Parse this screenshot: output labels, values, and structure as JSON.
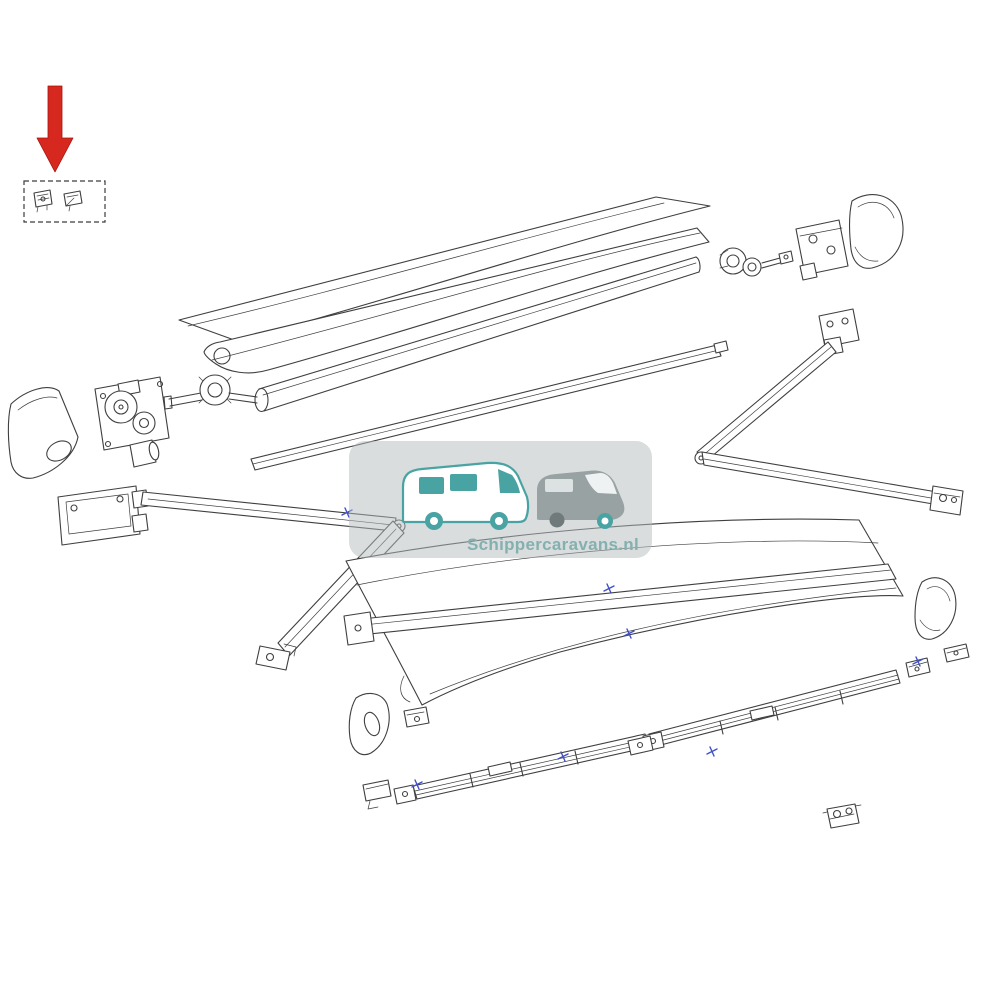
{
  "watermark": {
    "text": "Schippercaravans.nl"
  },
  "colors": {
    "line": "#3f3f3f",
    "arrow": "#d6281e",
    "mark": "#4050c8",
    "wm-panel": "#b3bcbc",
    "wm-teal": "#4aa3a3",
    "wm-text": "#84b0b0",
    "wm-gray": "#98a2a2"
  },
  "diagram": {
    "type": "exploded-parts-drawing",
    "highlighted_parts_count": 2,
    "parts": [
      "highlighted-clip-parts",
      "top-fabric-sheet",
      "inner-fabric-sheet",
      "roller-tube",
      "crank-knob",
      "gear-assembly",
      "left-end-cap",
      "left-mounting-bracket",
      "left-spring-arm",
      "lead-rail",
      "motor-assembly",
      "right-mounting-bracket",
      "right-end-cap",
      "right-spring-arm",
      "lower-fabric-sheet",
      "front-profile-rail",
      "lower-left-end-cap",
      "lower-right-end-cap",
      "support-rail-left",
      "support-rail-right",
      "fixing-clips",
      "bottom-bracket"
    ]
  }
}
